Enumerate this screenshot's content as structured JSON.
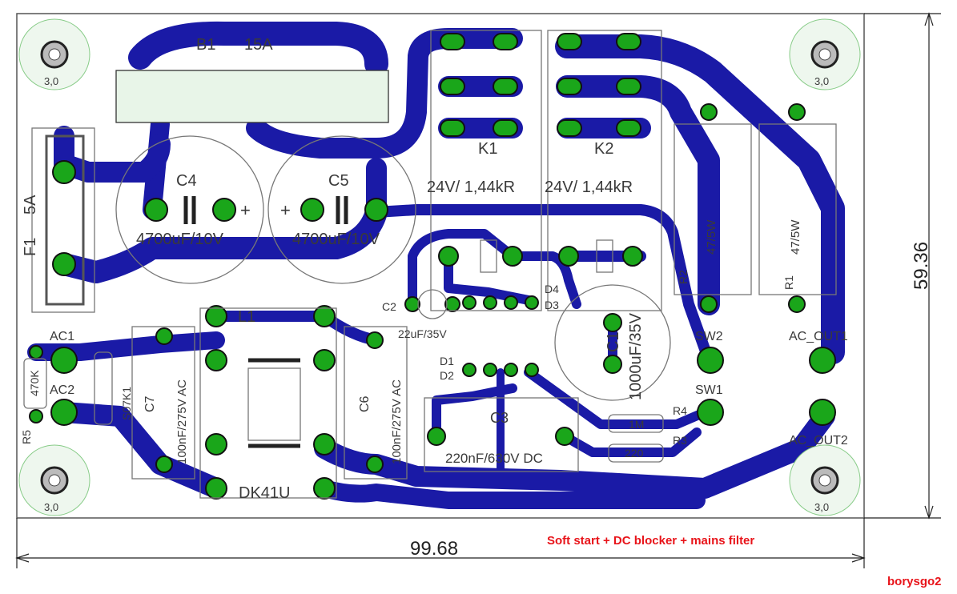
{
  "title": "Soft start + DC blocker + mains filter",
  "author": "borysgo2",
  "dimensions": {
    "width": "99.68",
    "height": "59.36",
    "hole": "3,0"
  },
  "labels": {
    "b1": "B1",
    "b1_rating": "15A",
    "c4": "C4",
    "c4_val": "4700uF/10V",
    "c5": "C5",
    "c5_val": "4700uF/10V",
    "k1": "K1",
    "k1_val": "24V/ 1,44kR",
    "k2": "K2",
    "k2_val": "24V/ 1,44kR",
    "f1": "F1",
    "f1_val": "5A",
    "r1": "R1",
    "r1_val": "47/5W",
    "r2": "R2",
    "r2_val": "47/5W",
    "l1": "L1",
    "l1_val": "DK41U",
    "c7": "C7",
    "c7_val": "100nF/275V AC",
    "c6": "C6",
    "c6_val": "100nF/275V AC",
    "c2": "C2",
    "c2_val": "22uF/35V",
    "c1": "C1",
    "c1_val": "1000uF/35V",
    "c3": "C3",
    "c3_val": "220nF/630V DC",
    "d1": "D1",
    "d2": "D2",
    "d3": "D3",
    "d4": "D4",
    "r3": "R3",
    "r3_val": "220",
    "r4": "R4",
    "r4_val": "1M",
    "r5": "R5",
    "r5_val": "470K",
    "s07": "S07K1",
    "ac1": "AC1",
    "ac2": "AC2",
    "sw1": "SW1",
    "sw2": "SW2",
    "ac_out1": "AC_OUT1",
    "ac_out2": "AC_OUT2",
    "plus": "+"
  }
}
